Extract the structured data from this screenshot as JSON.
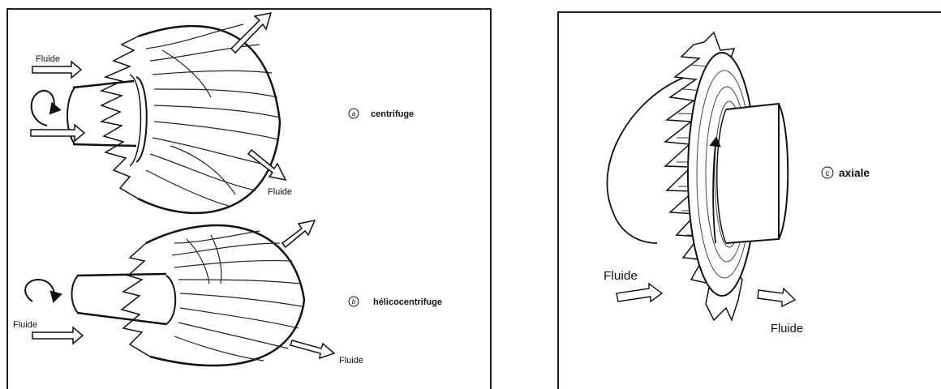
{
  "left_panel": {
    "top_diagram": {
      "fluid_in_label": "Fluide",
      "fluid_out_label": "Fluide",
      "letter": "a",
      "caption": "centrifuge"
    },
    "bottom_diagram": {
      "fluid_in_label": "Fluide",
      "fluid_out_label": "Fluide",
      "letter": "b",
      "caption": "hélicocentrifuge"
    }
  },
  "right_panel": {
    "fluid_in_label": "Fluide",
    "fluid_out_label": "Fluide",
    "letter": "c",
    "caption": "axiale"
  }
}
